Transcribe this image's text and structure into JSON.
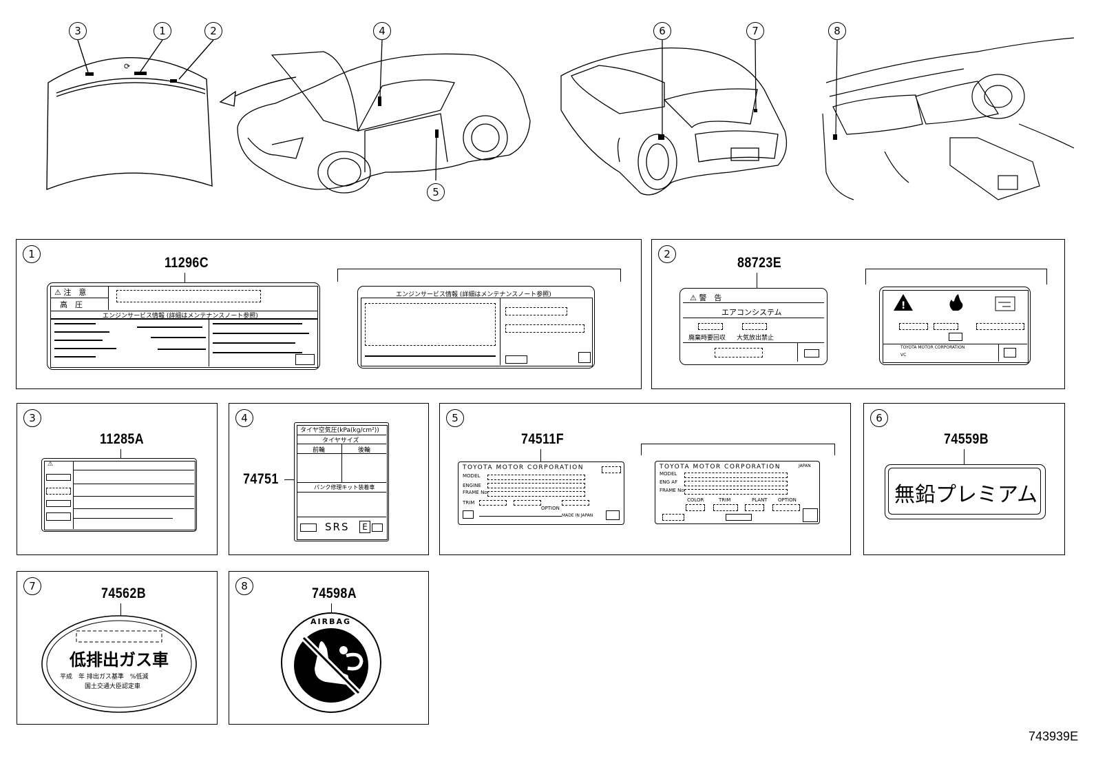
{
  "diagram_code": "743939E",
  "callouts": [
    "1",
    "2",
    "3",
    "4",
    "5",
    "6",
    "7",
    "8"
  ],
  "parts": {
    "p1": "11296C",
    "p2": "88723E",
    "p3": "11285A",
    "p4": "74751",
    "p5": "74511F",
    "p6": "74559B",
    "p7": "74562B",
    "p8": "74598A"
  },
  "label1": {
    "caution": "注　意",
    "high_pressure": "高　圧",
    "engine_info": "エンジンサービス情報",
    "engine_info_note": "(詳細はメンテナンスノート参照)"
  },
  "label2": {
    "warning": "警　告",
    "system": "エアコンシステム",
    "recover": "廃棄時要回収",
    "no_release": "大気放出禁止",
    "maker": "TOYOTA MOTOR CORPORATION",
    "mark_j": "VC"
  },
  "label4": {
    "title": "タイヤ空気圧(kPa(kg/cm²))",
    "size": "タイヤサイズ",
    "front": "前輪",
    "rear": "後輪",
    "repair": "パンク修理キット装着車",
    "srs": "SRS",
    "e_mark": "E"
  },
  "label5": {
    "maker": "TOYOTA MOTOR CORPORATION",
    "model": "MODEL",
    "engine": "ENGINE",
    "frame": "FRAME No.",
    "trim": "TRIM",
    "option": "OPTION",
    "japan": "JAPAN",
    "eng_af": "ENG AF",
    "color": "COLOR",
    "trim2": "TRIM",
    "plant": "PLANT",
    "option2": "OPTION",
    "made_in": "MADE IN JAPAN"
  },
  "label6": {
    "text": "無鉛プレミアム"
  },
  "label7": {
    "title": "低排出ガス車",
    "line1": "平成　年 排出ガス基準　%低減",
    "line2": "国土交通大臣認定車"
  },
  "label8": {
    "arc": "AIRBAG"
  }
}
